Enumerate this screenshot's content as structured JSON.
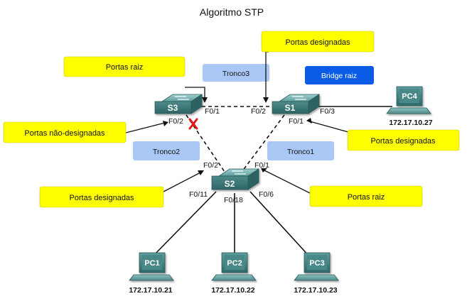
{
  "title": "Algoritmo STP",
  "switches": {
    "s1": {
      "label": "S1"
    },
    "s2": {
      "label": "S2"
    },
    "s3": {
      "label": "S3"
    }
  },
  "pcs": {
    "pc1": {
      "label": "PC1",
      "ip": "172.17.10.21"
    },
    "pc2": {
      "label": "PC2",
      "ip": "172.17.10.22"
    },
    "pc3": {
      "label": "PC3",
      "ip": "172.17.10.23"
    },
    "pc4": {
      "label": "PC4",
      "ip": "172.17.10.27"
    }
  },
  "ports": {
    "s3_f01": "F0/1",
    "s1_f02": "F0/2",
    "s1_f03": "F0/3",
    "s3_f02": "F0/2",
    "s1_f01": "F0/1",
    "s2_f02": "F0/2",
    "s2_f01": "F0/1",
    "s2_f011": "F0/11",
    "s2_f018": "F0/18",
    "s2_f06": "F0/6"
  },
  "trunks": {
    "tronco1": "Tronco1",
    "tronco2": "Tronco2",
    "tronco3": "Tronco3"
  },
  "root_bridge": "Bridge raiz",
  "callouts": {
    "s3_root_ports": "Portas raiz",
    "s1_designated_top": "Portas designadas",
    "s3_nondesignated": "Portas não-designadas",
    "s1_designated_right": "Portas designadas",
    "s2_designated": "Portas designadas",
    "s2_root_ports": "Portas raiz"
  },
  "colors": {
    "callout_fill": "#ffff00",
    "trunk_fill": "#a9c8f5",
    "root_fill": "#0a5be6",
    "device": "#3f7f7f",
    "blocked_mark": "#e11b1b"
  }
}
